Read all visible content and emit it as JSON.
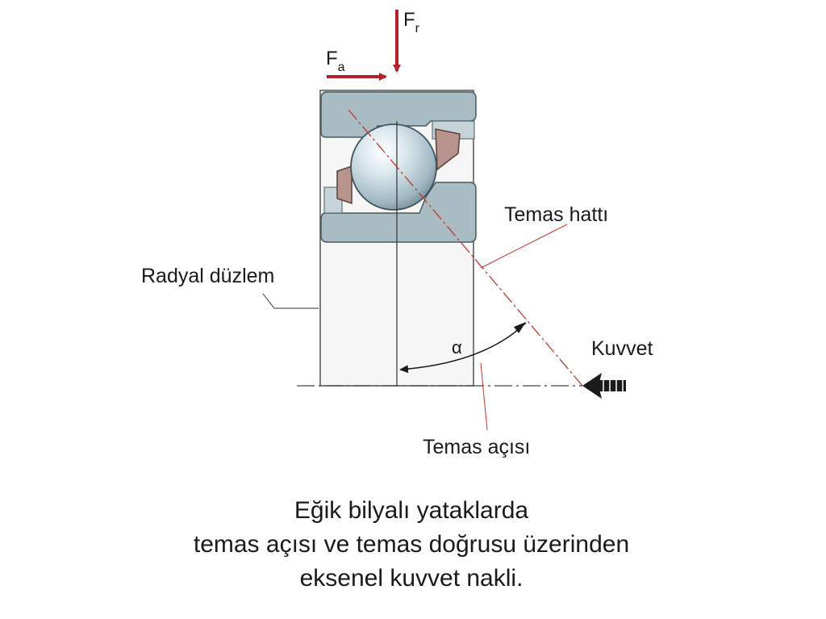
{
  "forces": {
    "radial_symbol": "F",
    "radial_subscript": "r",
    "axial_symbol": "F",
    "axial_subscript": "a",
    "arrow_color": "#b3232e"
  },
  "labels": {
    "contact_line": "Temas hattı",
    "radial_plane": "Radyal düzlem",
    "force": "Kuvvet",
    "alpha": "α",
    "contact_angle": "Temas açısı"
  },
  "caption": {
    "line1": "Eğik bilyalı yataklarda",
    "line2": "temas açısı ve temas doğrusu üzerinden",
    "line3": "eksenel kuvvet nakli."
  },
  "colors": {
    "ring": "#a9bcc3",
    "ring_outline": "#4a5a60",
    "cage": "#b7948e",
    "ball": "#c9dde6",
    "leader_line": "#c0392b"
  }
}
